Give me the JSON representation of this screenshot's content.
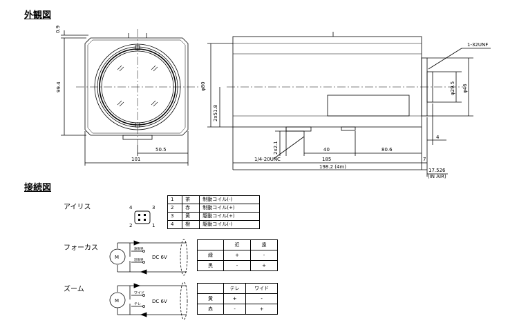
{
  "sections": {
    "exterior_title": "外観図",
    "wiring_title": "接続図"
  },
  "front_view": {
    "dim_top_offset": "0.9",
    "dim_height": "99.4",
    "dim_half_width": "50.5",
    "dim_width": "101"
  },
  "side_view": {
    "thread_label": "1-32UNF",
    "dim_body_diameter": "φ80",
    "dim_center_height": "2x51.8",
    "dim_lens_diameter": "φ29.5",
    "dim_mount_diameter": "φ46",
    "dim_flange": "4",
    "dim_screw_height": "2x2.1",
    "screw_label": "1/4-20UNC",
    "dim_40": "40",
    "dim_80_6": "80.6",
    "dim_185": "185",
    "dim_7": "7",
    "dim_total": "198.2 (4m)",
    "dim_back_focus": "17.526",
    "dim_in_air": "(IN AIR)"
  },
  "iris": {
    "label": "アイリス",
    "pins": [
      "4",
      "3",
      "2",
      "1"
    ],
    "table": [
      {
        "no": "1",
        "color": "茶",
        "function": "制動コイル(-)"
      },
      {
        "no": "2",
        "color": "赤",
        "function": "制動コイル(+)"
      },
      {
        "no": "3",
        "color": "黄",
        "function": "駆動コイル(+)"
      },
      {
        "no": "4",
        "color": "橙",
        "function": "駆動コイル(-)"
      }
    ]
  },
  "focus": {
    "label": "フォーカス",
    "switch_far": "遠限界",
    "switch_near": "近限界",
    "voltage": "DC 6V",
    "motor": "M",
    "headers": [
      "",
      "近",
      "遠"
    ],
    "rows": [
      [
        "緑",
        "+",
        "-"
      ],
      [
        "黒",
        "-",
        "+"
      ]
    ]
  },
  "zoom": {
    "label": "ズーム",
    "switch_wide": "ワイド",
    "switch_tele": "テレ",
    "voltage": "DC 6V",
    "motor": "M",
    "headers": [
      "",
      "テレ",
      "ワイド"
    ],
    "rows": [
      [
        "黄",
        "+",
        "-"
      ],
      [
        "赤",
        "-",
        "+"
      ]
    ]
  }
}
